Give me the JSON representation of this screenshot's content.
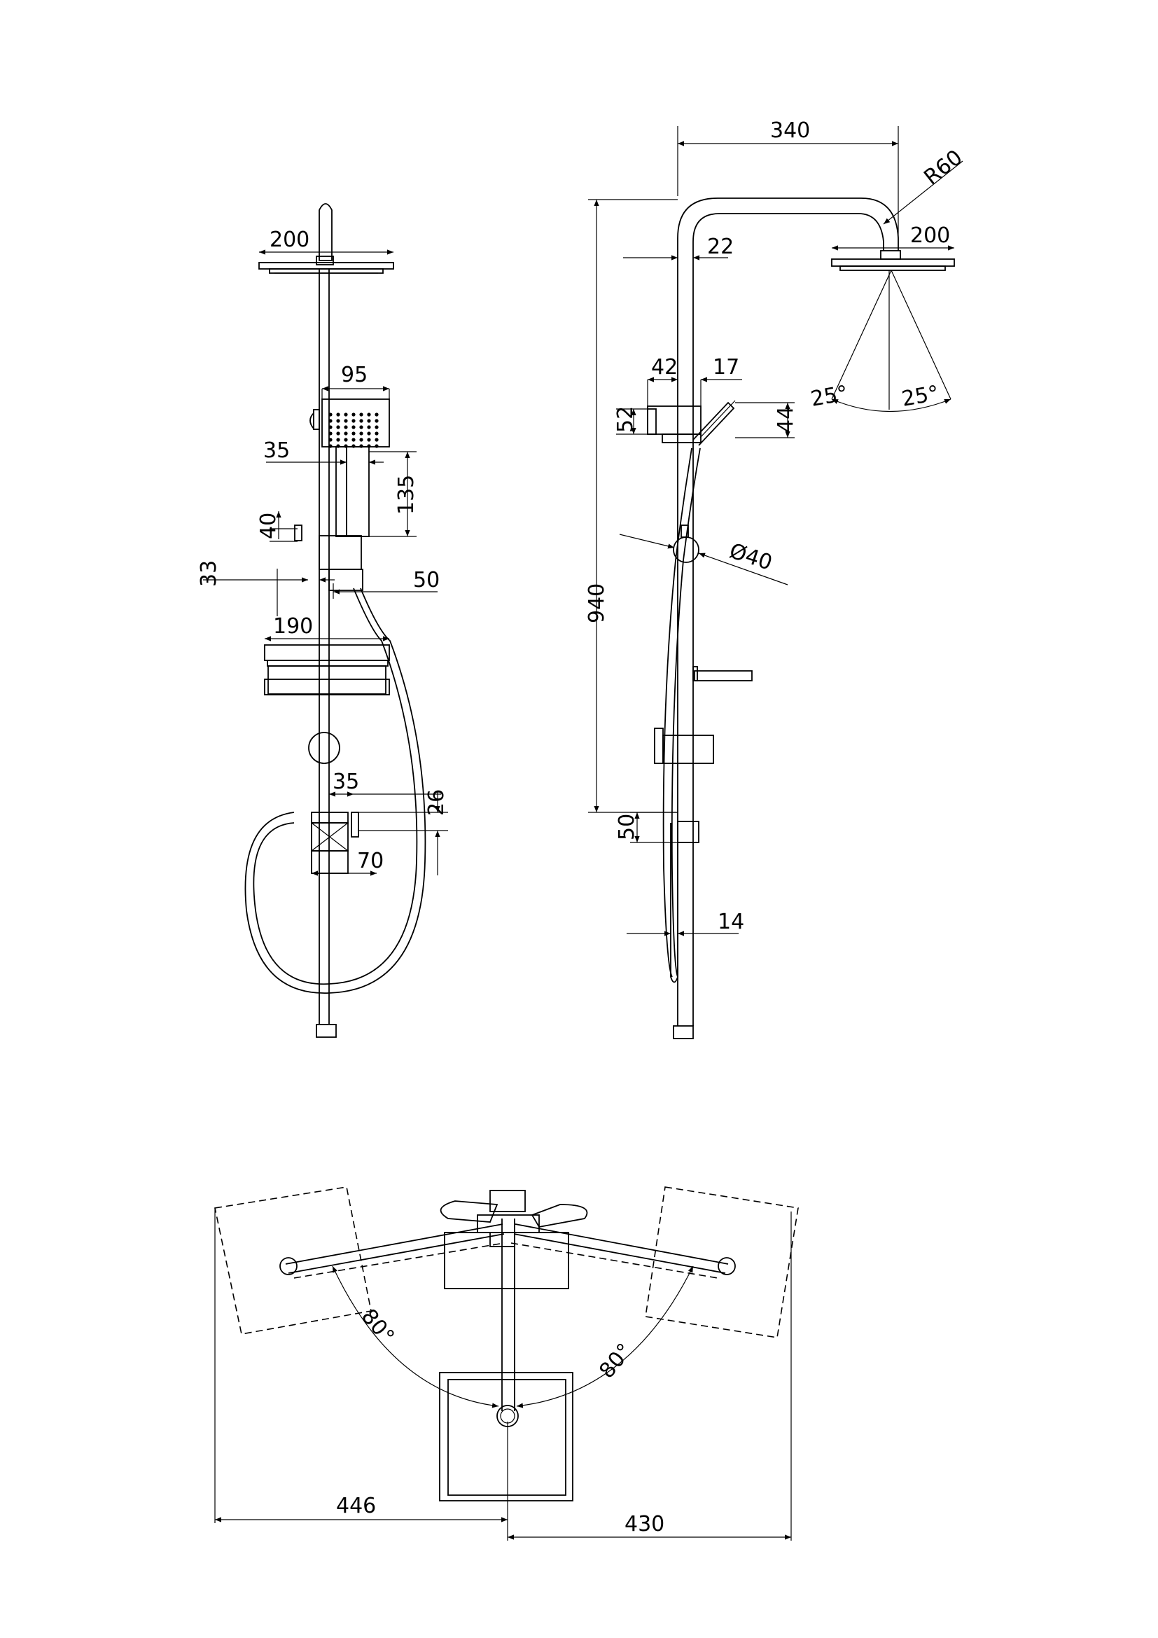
{
  "front_view": {
    "dims": {
      "head_width": "200",
      "handshower_width": "95",
      "d35_top": "35",
      "d135": "135",
      "d40": "40",
      "d33": "33",
      "d50": "50",
      "shelf_width": "190",
      "d35_mixer": "35",
      "d26": "26",
      "d70": "70"
    }
  },
  "side_view": {
    "dims": {
      "arm_reach": "340",
      "bend_radius": "R60",
      "head_width": "200",
      "pipe_22": "22",
      "d42": "42",
      "d17": "17",
      "d52": "52",
      "d44": "44",
      "angle_left": "25°",
      "angle_right": "25°",
      "height": "940",
      "diameter": "Ø40",
      "d50": "50",
      "d14": "14"
    }
  },
  "plan_view": {
    "dims": {
      "angle_left": "80°",
      "angle_right": "80°",
      "left_reach": "446",
      "right_reach": "430"
    }
  }
}
